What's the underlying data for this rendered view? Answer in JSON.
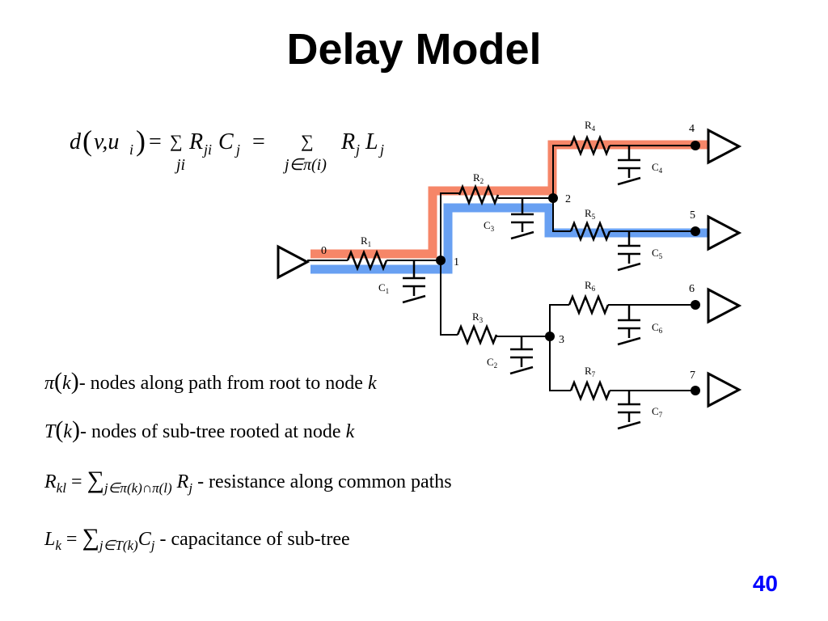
{
  "title": "Delay Model",
  "page_number": "40",
  "colors": {
    "red_path": "#f4714e",
    "blue_path": "#4e8ff0",
    "title_color": "#000000",
    "page_number_color": "#0000ff"
  },
  "circuit": {
    "node_labels": [
      "0",
      "1",
      "2",
      "3",
      "4",
      "5",
      "6",
      "7"
    ],
    "resistor_labels": [
      "R",
      "R",
      "R",
      "R",
      "R",
      "R",
      "R"
    ],
    "resistor_subscripts": [
      "1",
      "2",
      "3",
      "4",
      "5",
      "6",
      "7"
    ],
    "capacitor_labels": [
      "C",
      "C",
      "C",
      "C",
      "C",
      "C",
      "C"
    ],
    "capacitor_subscripts": [
      "1",
      "3",
      "2",
      "4",
      "5",
      "6",
      "7"
    ]
  },
  "formula_main": {
    "lhs": "d",
    "args": "v,u",
    "arg_sub": "i",
    "eq": "=",
    "sum": "∑",
    "sum1_sub": "ji",
    "term1_R": "R",
    "term1_R_sub": "ji",
    "term1_C": "C",
    "term1_C_sub": "j",
    "eq2": "=",
    "sum2_sub": "j∈π(i)",
    "term2_R": "R",
    "term2_R_sub": "j",
    "term2_L": "L",
    "term2_L_sub": "j"
  },
  "definitions": {
    "pi_symbol": "π",
    "pi_arg": "k",
    "pi_text": "- nodes along path from root to node ",
    "pi_var": "k",
    "T_symbol": "T",
    "T_arg": "k",
    "T_text": "- nodes of sub-tree rooted at node ",
    "T_var": "k",
    "Rkl_lhs": "R",
    "Rkl_sub": "kl",
    "Rkl_eq": "=",
    "Rkl_sum": "∑",
    "Rkl_sum_sub": "j∈π(k)∩π(l)",
    "Rkl_term": "R",
    "Rkl_term_sub": "j",
    "Rkl_text": " - resistance along common paths",
    "Lk_lhs": "L",
    "Lk_sub": "k",
    "Lk_eq": "=",
    "Lk_sum": "∑",
    "Lk_sum_sub": "j∈T(k)",
    "Lk_term": "C",
    "Lk_term_sub": "j",
    "Lk_text": " - capacitance of sub-tree"
  }
}
